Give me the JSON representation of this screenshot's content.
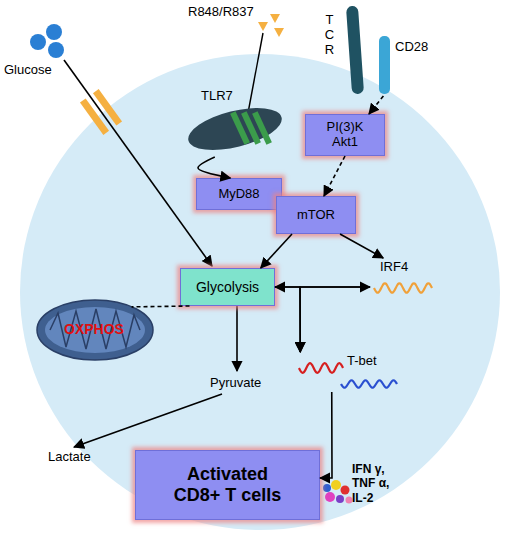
{
  "diagram": {
    "nodes": [
      {
        "text": [
          "TCR"
        ]
      },
      {
        "text": [
          "CD28"
        ]
      },
      {
        "text": [
          "TLR7"
        ]
      },
      {
        "text": [
          "PI(3)K Akt1"
        ]
      },
      {
        "text": [
          "MyD88"
        ]
      },
      {
        "text": [
          "mTOR"
        ]
      },
      {
        "text": [
          "Glycolysis"
        ]
      },
      {
        "text": [
          "IRF4"
        ]
      },
      {
        "text": [
          "OXPHOS"
        ]
      },
      {
        "text": [
          "T-bet"
        ]
      },
      {
        "text": [
          "Activated CD8+ T cells"
        ]
      }
    ],
    "edges": [
      {
        "from": 2,
        "to": 4,
        "arrow": "to"
      },
      {
        "from": 1,
        "to": 3,
        "arrow": "to"
      },
      {
        "from": 3,
        "to": 5,
        "arrow": "to"
      },
      {
        "from": 5,
        "to": 6,
        "arrow": "to"
      },
      {
        "from": 5,
        "to": 7,
        "arrow": "to"
      },
      {
        "from": 6,
        "to": 7,
        "arrow": "both"
      },
      {
        "from": 6,
        "to": 8,
        "arrow": "none"
      },
      {
        "from": 6,
        "to": 9,
        "arrow": "to"
      },
      {
        "from": 7,
        "to": 9,
        "arrow": "to"
      },
      {
        "from": 9,
        "to": 10,
        "arrow": "to"
      }
    ],
    "labels": [
      "R848/R837",
      "Glucose",
      "Pyruvate",
      "Lactate",
      "IFN γ, TNF α, IL-2"
    ]
  }
}
